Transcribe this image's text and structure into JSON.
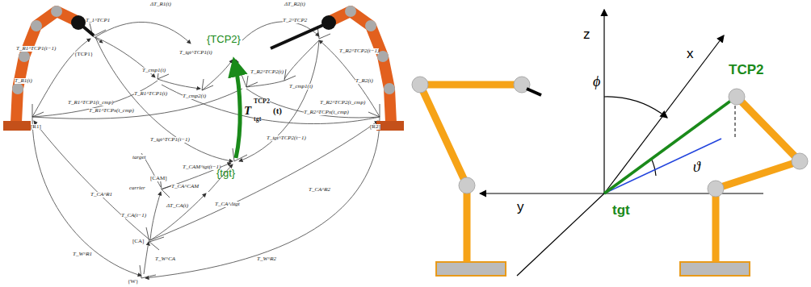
{
  "diagram": {
    "labels": [
      "ΔT_R1(t)",
      "ΔT_R2(t)",
      "T_R1^TCP1(t−1)",
      "T_R1(t)",
      "T_1^TCP1",
      "{TCP1}",
      "T_cmp1(t)",
      "T_cmp2(t)",
      "T_R1^TCP1(t)",
      "T_R1^TCP1(t_cmp)",
      "T_R1^TCPx(t_cmp)",
      "[R1]",
      "T_tgt^TCP1(t)",
      "T_2^TCP2",
      "T_cmp1(t)",
      "T_R2^TCP2(t)",
      "T_R2^TCP2(t−1)",
      "T_R2(t)",
      "T_R2^TCP2(t_cmp)",
      "T_R2^TCPx(t_cmp)",
      "[R2]",
      "T_tgt^TCP1(t−1)",
      "T_tgt^TCP2(t−1)",
      "target",
      "[CAM]",
      "T_CAM^tgt(t−1)",
      "carrier",
      "T_CA^CAM",
      "ΔT_CA(t)",
      "T_CA(t−1)",
      "T_CA^Δtgt",
      "T_CA^R1",
      "T_CA^R2",
      "[CA]",
      "T_W^CA",
      "T_W^R1",
      "T_W^R2",
      "{W}",
      "{TCP2}",
      "T",
      "TCP2",
      "tgt",
      "(t)",
      "{tgt}",
      "z",
      "x",
      "y",
      "ϕ",
      "ϑ",
      "TCP2",
      "tgt"
    ]
  }
}
